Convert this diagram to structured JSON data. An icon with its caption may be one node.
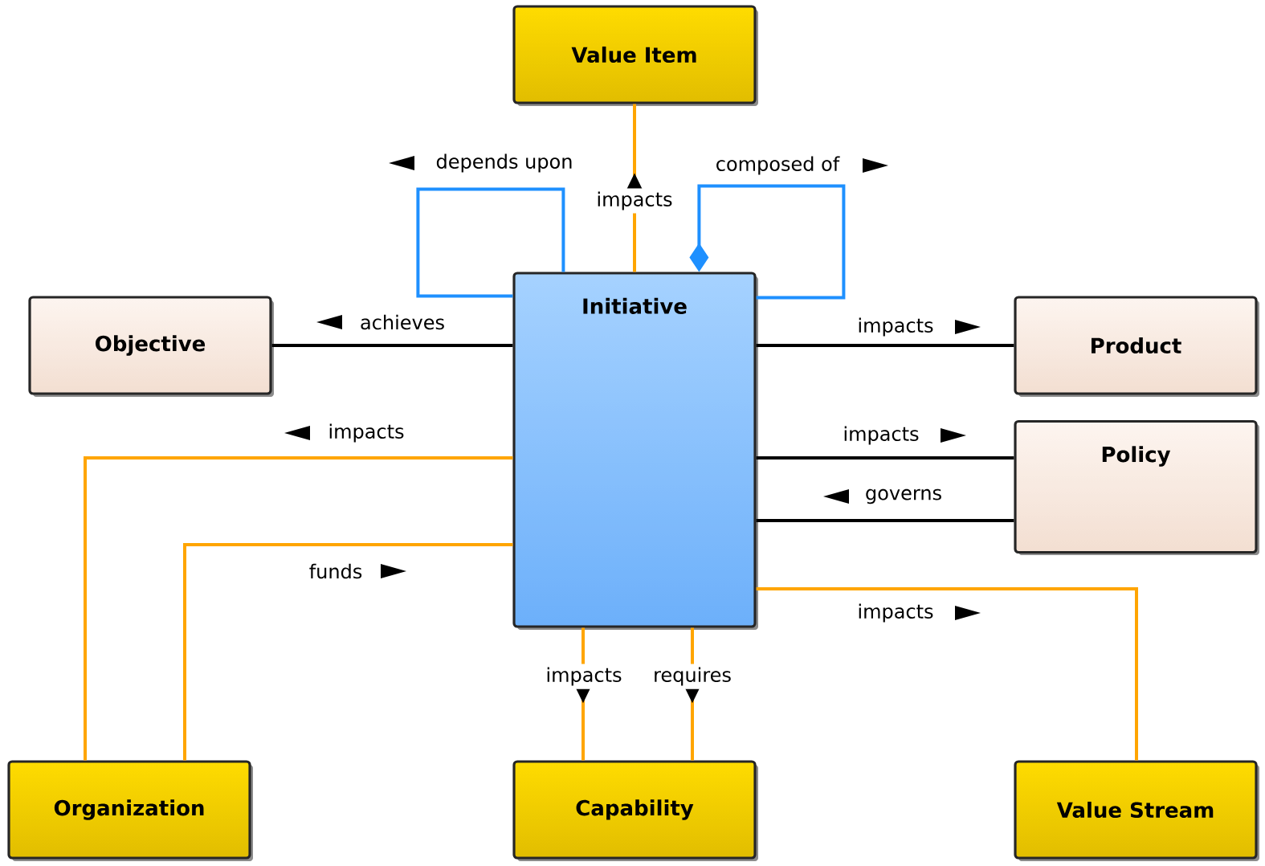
{
  "diagram": {
    "nodes": [
      {
        "text": [
          "Value Item"
        ]
      },
      {
        "text": [
          "Objective"
        ]
      },
      {
        "text": [
          "Initiative"
        ]
      },
      {
        "text": [
          "Product"
        ]
      },
      {
        "text": [
          "Policy"
        ]
      },
      {
        "text": [
          "Organization"
        ]
      },
      {
        "text": [
          "Capability"
        ]
      },
      {
        "text": [
          "Value Stream"
        ]
      }
    ],
    "edges": [
      {
        "from": 2,
        "to": 2,
        "arrow": "none",
        "label": "depends upon",
        "color": "#1e90ff"
      },
      {
        "from": 2,
        "to": 0,
        "arrow": "to",
        "label": "impacts"
      },
      {
        "from": 2,
        "to": 2,
        "arrow": "other",
        "label": "composed of",
        "color": "#1e90ff"
      },
      {
        "from": 2,
        "to": 1,
        "arrow": "none",
        "label": "achieves",
        "color": "#000000"
      },
      {
        "from": 2,
        "to": 3,
        "arrow": "none",
        "label": "impacts",
        "color": "#000000"
      },
      {
        "from": 2,
        "to": 4,
        "arrow": "none",
        "label": "impacts",
        "color": "#000000"
      },
      {
        "from": 4,
        "to": 2,
        "arrow": "none",
        "label": "governs",
        "color": "#000000"
      },
      {
        "from": 2,
        "to": 5,
        "arrow": "none",
        "label": "impacts"
      },
      {
        "from": 5,
        "to": 2,
        "arrow": "none",
        "label": "funds"
      },
      {
        "from": 2,
        "to": 7,
        "arrow": "none",
        "label": "impacts"
      },
      {
        "from": 2,
        "to": 6,
        "arrow": "to",
        "label": "impacts"
      },
      {
        "from": 2,
        "to": 6,
        "arrow": "to",
        "label": "requires"
      }
    ]
  }
}
